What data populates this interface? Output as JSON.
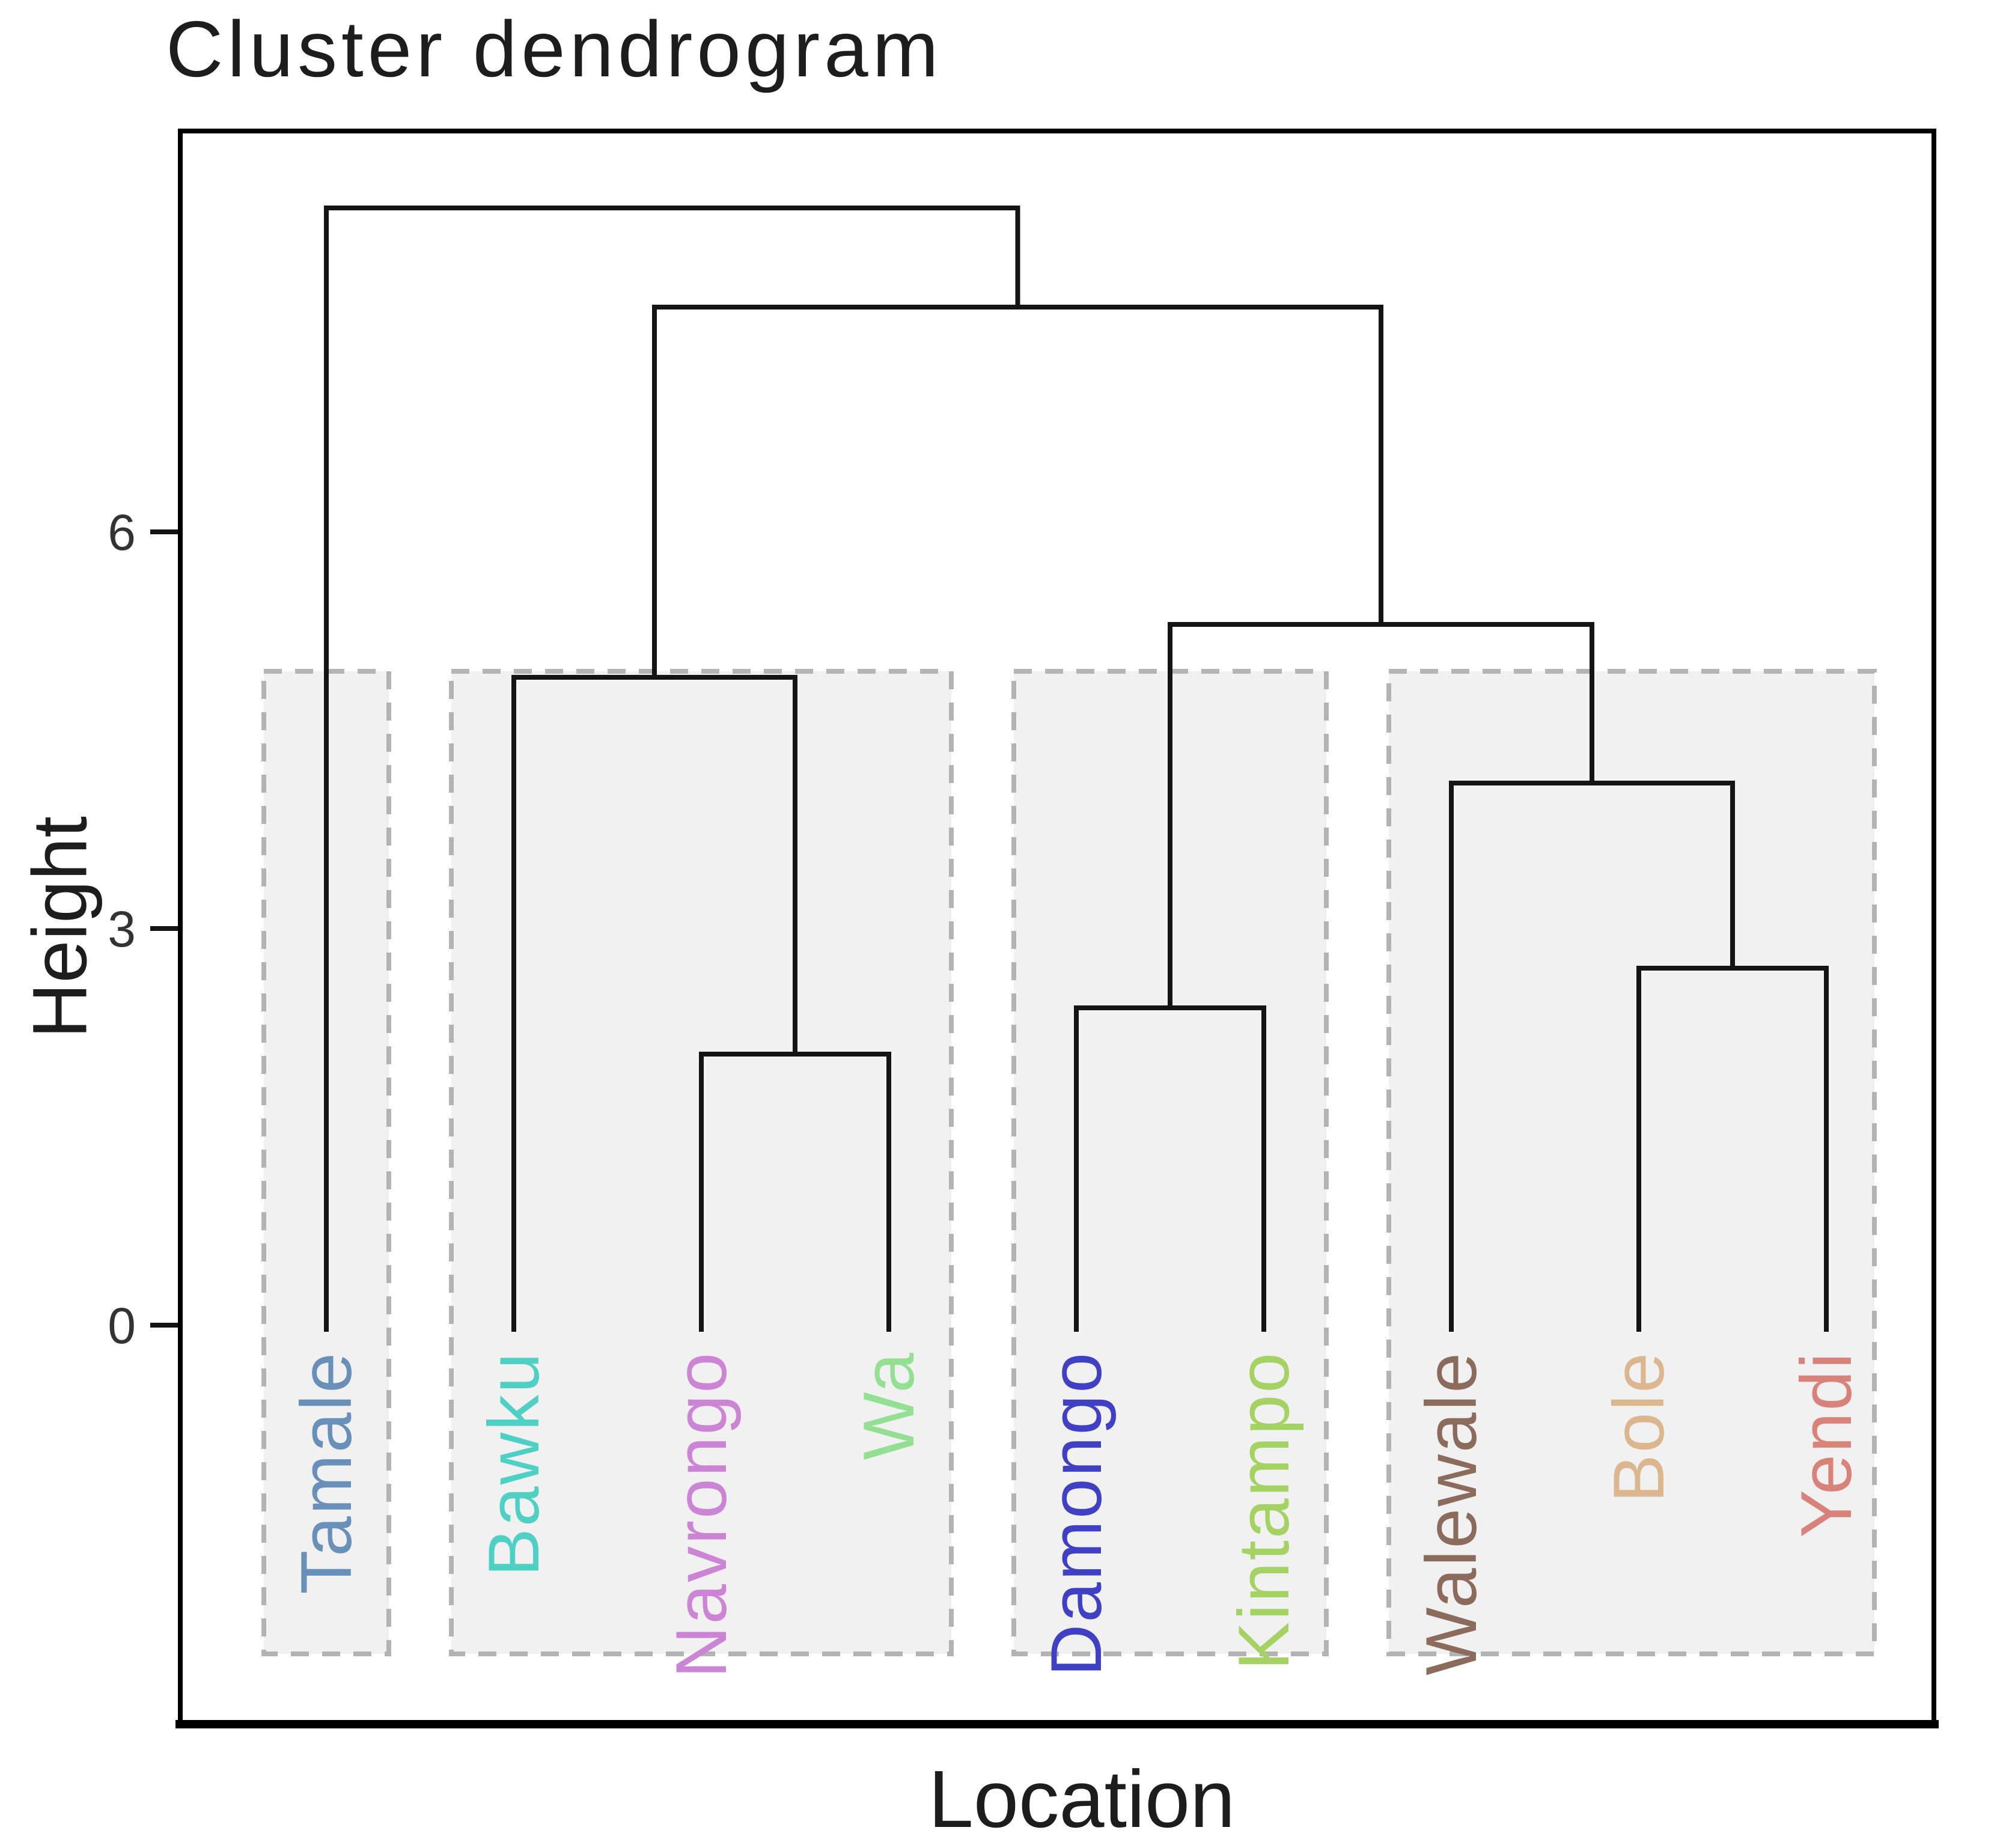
{
  "figure": {
    "title": "Cluster dendrogram",
    "x_label": "Location",
    "y_label": "Height"
  },
  "chart_data": {
    "type": "dendrogram",
    "orientation": "vertical",
    "title": "Cluster dendrogram",
    "xlabel": "Location",
    "ylabel": "Height",
    "ylim": [
      0,
      9.05
    ],
    "yticks": [
      0,
      3,
      6
    ],
    "grid": false,
    "leaves": [
      {
        "name": "Tamale",
        "color": "#6890b8"
      },
      {
        "name": "Bawku",
        "color": "#4fd0c5"
      },
      {
        "name": "Navrongo",
        "color": "#cc84d4"
      },
      {
        "name": "Wa",
        "color": "#93e093"
      },
      {
        "name": "Damongo",
        "color": "#4040c4"
      },
      {
        "name": "Kintampo",
        "color": "#a4d363"
      },
      {
        "name": "Walewale",
        "color": "#8b6c5c"
      },
      {
        "name": "Bole",
        "color": "#dcb68e"
      },
      {
        "name": "Yendi",
        "color": "#d8827a"
      }
    ],
    "merges": [
      {
        "x1": 2,
        "h1": 0,
        "x2": 3,
        "h2": 0,
        "height": 2.05
      },
      {
        "x1": 1,
        "h1": 0,
        "x2": 2.5,
        "h2": 2.05,
        "height": 4.9
      },
      {
        "x1": 4,
        "h1": 0,
        "x2": 5,
        "h2": 0,
        "height": 2.4
      },
      {
        "x1": 7,
        "h1": 0,
        "x2": 8,
        "h2": 0,
        "height": 2.7
      },
      {
        "x1": 6,
        "h1": 0,
        "x2": 7.5,
        "h2": 2.7,
        "height": 4.1
      },
      {
        "x1": 4.5,
        "h1": 2.4,
        "x2": 6.75,
        "h2": 4.1,
        "height": 5.3
      },
      {
        "x1": 1.75,
        "h1": 4.9,
        "x2": 5.625,
        "h2": 5.3,
        "height": 7.7
      },
      {
        "x1": 0,
        "h1": 0,
        "x2": 3.6875,
        "h2": 7.7,
        "height": 8.45
      }
    ],
    "cluster_boxes": [
      {
        "from": 0,
        "to": 0
      },
      {
        "from": 1,
        "to": 3
      },
      {
        "from": 4,
        "to": 5
      },
      {
        "from": 6,
        "to": 8
      }
    ],
    "styles": {
      "line_color": "#141414",
      "box_fill": "#f1f1f1",
      "box_border": "#b3b3b3",
      "tick_label_color": "#333333",
      "text_color": "#1d1d1d",
      "background": "#ffffff"
    }
  }
}
